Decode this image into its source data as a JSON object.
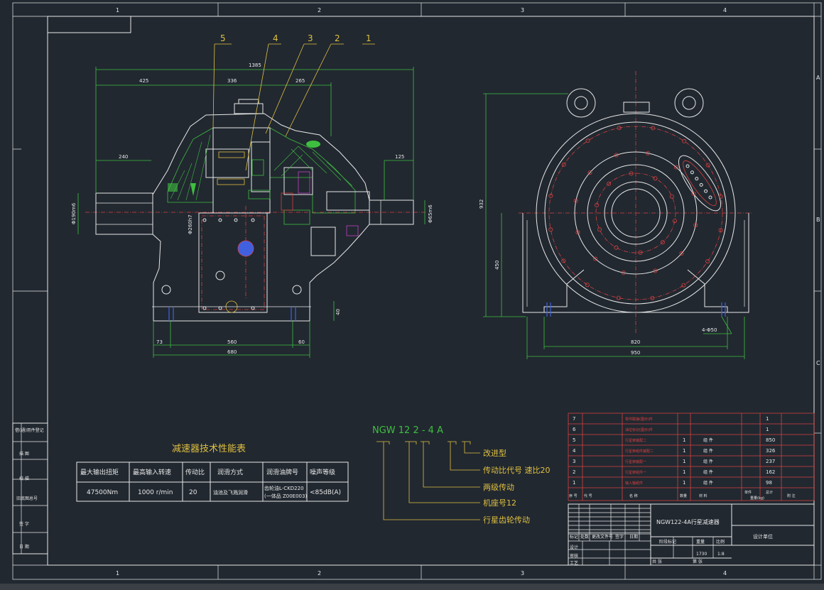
{
  "border": {
    "columns": [
      "1",
      "2",
      "3",
      "4"
    ],
    "rows": [
      "A",
      "B",
      "C"
    ]
  },
  "front_view": {
    "part_labels": [
      "5",
      "4",
      "3",
      "2",
      "1"
    ],
    "dims": {
      "overall": "1385",
      "d425": "425",
      "d336": "336",
      "d265": "265",
      "d240": "240",
      "d125": "125",
      "shaft_in": "Φ190m6",
      "shaft_out": "Φ65m6",
      "center": "Φ260h7",
      "d73": "73",
      "d560": "560",
      "d60": "60",
      "d680": "680",
      "d40": "40"
    }
  },
  "side_view": {
    "dims": {
      "height": "932",
      "center_h": "450",
      "d820": "820",
      "d950": "950",
      "holes": "4-Φ50"
    }
  },
  "perf_table": {
    "title": "减速器技术性能表",
    "headers": [
      "最大输出扭矩",
      "最高输入转速",
      "传动比",
      "润滑方式",
      "润滑油牌号",
      "噪声等级"
    ],
    "row": [
      "47500Nm",
      "1000 r/min",
      "20",
      "油池及飞溅润滑",
      "齿轮油L-CKD220\n(一体品 Z00E003)",
      "<85dB(A)"
    ]
  },
  "model_code": {
    "code": "NGW 12 2 - 4 A",
    "meanings": [
      "改进型",
      "传动比代号 速比20",
      "两级传动",
      "机座号12",
      "行星齿轮传动"
    ]
  },
  "side_strip": {
    "items": [
      "借(通)用件登记",
      "描  图",
      "校  描",
      "旧底图总号",
      "签  字",
      "日  期"
    ]
  },
  "bom": {
    "rows": [
      {
        "no": "7",
        "name": "零件联接(图示)件",
        "qty": "",
        "mat": "",
        "weight": "1"
      },
      {
        "no": "6",
        "name": "油位标记(图示)件",
        "qty": "",
        "mat": "",
        "weight": "1"
      },
      {
        "no": "5",
        "name": "行星架装配二",
        "qty": "1",
        "mat": "组  件",
        "weight": "850"
      },
      {
        "no": "4",
        "name": "行星架组件装配二",
        "qty": "1",
        "mat": "组  件",
        "weight": "326"
      },
      {
        "no": "3",
        "name": "行星架装配一",
        "qty": "1",
        "mat": "组  件",
        "weight": "237"
      },
      {
        "no": "2",
        "name": "行星架组件一",
        "qty": "1",
        "mat": "组  件",
        "weight": "162"
      },
      {
        "no": "1",
        "name": "输入轴组件",
        "qty": "1",
        "mat": "组  件",
        "weight": "98"
      }
    ],
    "header": [
      "序 号",
      "代  号",
      "名    称",
      "数量",
      "材  料",
      "单件",
      "总计",
      "重量(kg)",
      "附 注"
    ]
  },
  "title_block": {
    "name": "NGW122-4A行星减速器",
    "company": "设计单位",
    "weight": "1730",
    "scale": "1:8",
    "row_labels": [
      "标记",
      "处数",
      "更改文件号",
      "签字",
      "日期"
    ],
    "sub_labels": [
      "阶段标记",
      "重量",
      "比例"
    ],
    "roles": [
      "设计",
      "审核",
      "工艺"
    ],
    "sheet": [
      "共    张",
      "第    张"
    ]
  },
  "colors": {
    "background": "#212830",
    "outline": "#e8e8e8",
    "dimension": "#3fbf3f",
    "centerline": "#d84040",
    "leader": "#e0c040"
  }
}
